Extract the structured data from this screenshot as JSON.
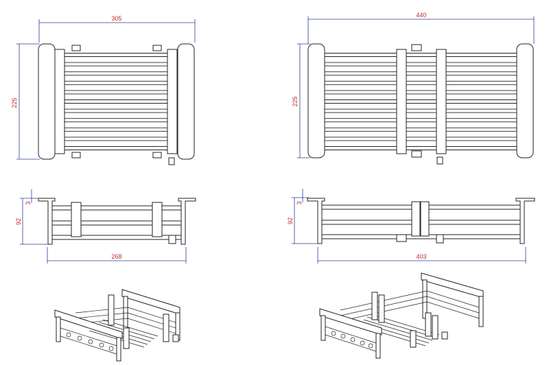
{
  "figure": {
    "left_expanded_state": "collapsed",
    "right_expanded_state": "extended"
  },
  "dimensions": {
    "left_top_width": "305",
    "left_top_depth": "225",
    "left_side_height": "92",
    "left_side_offset": "3",
    "left_side_length": "268",
    "right_top_width": "440",
    "right_top_depth": "225",
    "right_side_height": "92",
    "right_side_offset": "3",
    "right_side_length": "403"
  },
  "colors": {
    "dimension_text": "#c0282d",
    "dimension_line": "#2b3a9c",
    "outline": "#222222"
  }
}
